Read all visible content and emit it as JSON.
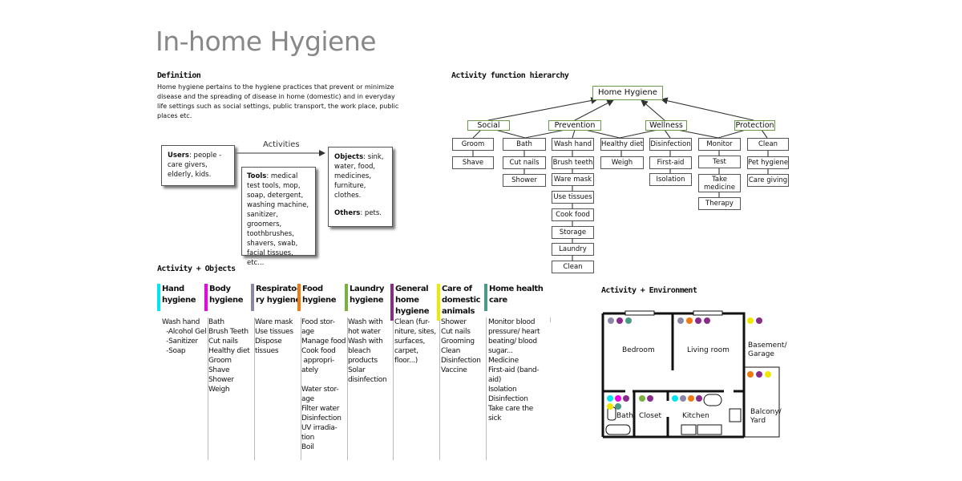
{
  "title": "In-home Hygiene",
  "definition": {
    "heading": "Definition",
    "body": "Home hygiene pertains to the hygiene practices that prevent or minimize disease and the spreading of disease in home (domestic) and in everyday life settings such as social settings, public transport, the work place, public places etc."
  },
  "activities_label": "Activities",
  "users_card": {
    "label": "Users",
    "text": ": people - care givers, elderly, kids."
  },
  "tools_card": {
    "label": "Tools",
    "text": ": medical test tools, mop, soap, detergent, washing machine, sanitizer, groomers, toothbrushes, shavers, swab, facial tissues, etc..."
  },
  "objects_card": {
    "label": "Objects",
    "text": ": sink, water, food, medicines, furniture, clothes.",
    "others_label": "Others",
    "others_text": ": pets."
  },
  "hierarchy": {
    "heading": "Activity function hierarchy",
    "root": "Home Hygiene",
    "categories": [
      "Social",
      "Prevention",
      "Wellness",
      "Protection"
    ],
    "columns": [
      [
        "Groom",
        "Shave"
      ],
      [
        "Bath",
        "Cut nails",
        "Shower"
      ],
      [
        "Wash hand",
        "Brush teeth",
        "Ware mask",
        "Use tissues",
        "Cook food",
        "Storage",
        "Laundry",
        "Clean"
      ],
      [
        "Healthy diet",
        "Weigh"
      ],
      [
        "Disinfection",
        "First-aid",
        "Isolation"
      ],
      [
        "Monitor",
        "Test",
        "Take medicine",
        "Therapy"
      ],
      [
        "Clean",
        "Pet hygiene",
        "Care giving"
      ]
    ]
  },
  "activity_objects": {
    "heading": "Activity + Objects",
    "columns": [
      {
        "title": "Hand hygiene",
        "color": "#00e5f0",
        "items": "Wash hand\n  -Alcohol Gel\n  -Sanitizer\n  -Soap"
      },
      {
        "title": "Body hygiene",
        "color": "#f000e8",
        "items": "Bath\nBrush Teeth\nCut nails\nHealthy diet\nGroom\nShave\nShower\nWeigh"
      },
      {
        "title": "Respirato-ry hygiene",
        "color": "#8a86a8",
        "items": "Ware mask\nUse tissues\nDispose\ntissues"
      },
      {
        "title": "Food hygiene",
        "color": "#f07a10",
        "items": "Food stor-\nage\nManage food\nCook food\n appropri-\nately\n\nWater stor-\nage\nFilter water\nDisinfection\nUV irradia-\ntion\nBoil"
      },
      {
        "title": "Laundry hygiene",
        "color": "#7ab040",
        "items": "Wash with\nhot water\nWash with\nbleach\nproducts\nSolar\ndisinfection"
      },
      {
        "title": "General home hygiene",
        "color": "#8a2a8a",
        "items": "Clean (fur-\nniture, sites,\nsurfaces,\ncarpet,\nfloor...)"
      },
      {
        "title": "Care of domestic animals",
        "color": "#f0e800",
        "items": "Shower\nCut nails\nGrooming\nClean\nDisinfection\nVaccine"
      },
      {
        "title": "Home health care",
        "color": "#4a9a88",
        "items": "Monitor blood\npressure/ heart\nbeating/ blood\nsugar...\nMedicine\nFirst-aid (band-\naid)\nIsolation\nDisinfection\nTake care the\nsick"
      }
    ]
  },
  "environment": {
    "heading": "Activity + Environment",
    "rooms": [
      "Bedroom",
      "Living room",
      "Basement/ Garage",
      "Bath",
      "Closet",
      "Kitchen",
      "Balcony/ Yard"
    ]
  }
}
